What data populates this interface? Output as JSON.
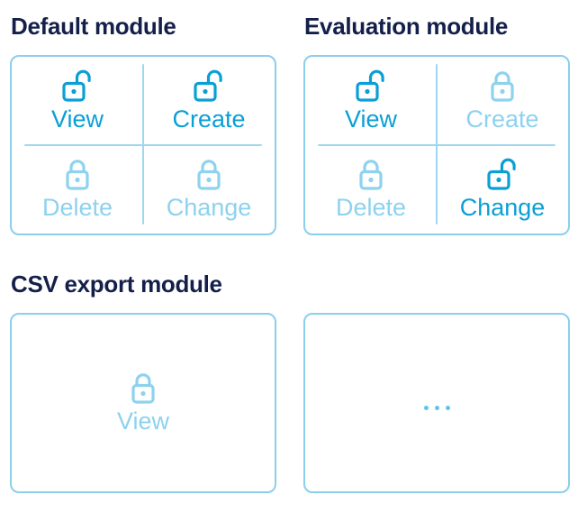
{
  "colors": {
    "active": "#0a9fd5",
    "inactive": "#8dd2ee",
    "box_border": "#8acfeb",
    "divider": "#9fd7f0",
    "title": "#14204a",
    "ellipsis_dots": "#5ec5ea"
  },
  "modules": [
    {
      "title": "Default module",
      "type": "permission-grid",
      "permissions": [
        {
          "label": "View",
          "state": "unlocked",
          "icon": "lock-open-icon"
        },
        {
          "label": "Create",
          "state": "unlocked",
          "icon": "lock-open-icon"
        },
        {
          "label": "Delete",
          "state": "locked",
          "icon": "lock-closed-icon"
        },
        {
          "label": "Change",
          "state": "locked",
          "icon": "lock-closed-icon"
        }
      ]
    },
    {
      "title": "Evaluation module",
      "type": "permission-grid",
      "permissions": [
        {
          "label": "View",
          "state": "unlocked",
          "icon": "lock-open-icon"
        },
        {
          "label": "Create",
          "state": "locked",
          "icon": "lock-closed-icon"
        },
        {
          "label": "Delete",
          "state": "locked",
          "icon": "lock-closed-icon"
        },
        {
          "label": "Change",
          "state": "unlocked",
          "icon": "lock-open-icon"
        }
      ]
    },
    {
      "title": "CSV export module",
      "type": "permission-single",
      "permissions": [
        {
          "label": "View",
          "state": "locked",
          "icon": "lock-closed-icon"
        }
      ]
    },
    {
      "title": "",
      "type": "placeholder",
      "indicator": "more-options"
    }
  ]
}
